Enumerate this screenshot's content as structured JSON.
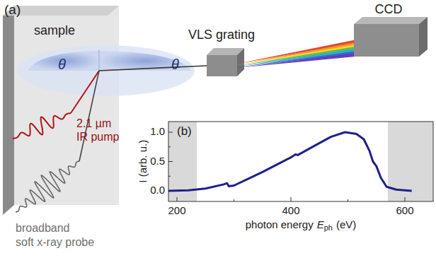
{
  "diagram": {
    "nodes": [
      {
        "text": [
          "sample"
        ]
      },
      {
        "text": [
          "VLS grating"
        ]
      },
      {
        "text": [
          "CCD"
        ]
      }
    ],
    "edges": [
      {
        "from": 0,
        "to": 1,
        "arrow": "none"
      },
      {
        "from": 1,
        "to": 2,
        "arrow": "none"
      }
    ],
    "labels": [
      "(a)",
      "θ",
      "θ",
      "2.1 µm",
      "IR pump",
      "broadband",
      "soft x-ray probe",
      "(b)",
      "1.0",
      "0.5",
      "0.0",
      "I (arb. u.)",
      "200",
      "400",
      "600",
      "photon energy",
      "E",
      "ph",
      "(eV)"
    ]
  }
}
